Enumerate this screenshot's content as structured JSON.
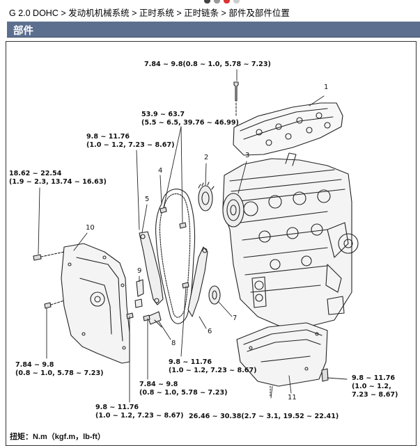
{
  "breadcrumb": "G 2.0 DOHC > 发动机机械系统 > 正时系统 > 正时链条 > 部件及部件位置",
  "section_title": "部件",
  "callouts": {
    "n1": "1",
    "n2": "2",
    "n3": "3",
    "n4": "4",
    "n5": "5",
    "n6": "6",
    "n7": "7",
    "n8": "8",
    "n9": "9",
    "n10": "10",
    "n11": "11"
  },
  "torques": {
    "t_cover_bolt": [
      "7.84 ~ 9.8(0.8 ~ 1.0, 5.78 ~ 7.23)"
    ],
    "t_sprocket": [
      "53.9 ~ 63.7",
      "(5.5 ~ 6.5, 39.76 ~ 46.99)"
    ],
    "t_guide": [
      "9.8 ~ 11.76",
      "(1.0 ~ 1.2, 7.23 ~ 8.67)"
    ],
    "t_front_cover": [
      "18.62 ~ 22.54",
      "(1.9 ~ 2.3, 13.74 ~ 16.63)"
    ],
    "t_front_lower": [
      "7.84 ~ 9.8",
      "(0.8 ~ 1.0, 5.78 ~ 7.23)"
    ],
    "t_tensioner": [
      "9.8 ~ 11.76",
      "(1.0 ~ 1.2, 7.23 ~ 8.67)"
    ],
    "t_lever": [
      "7.84 ~ 9.8",
      "(0.8 ~ 1.0, 5.78 ~ 7.23)"
    ],
    "t_oilpan": [
      "9.8 ~ 11.76",
      "(1.0 ~ 1.2,",
      "7.23 ~ 8.67)"
    ],
    "t_bottom_left": [
      "9.8 ~ 11.76",
      "(1.0 ~ 1.2, 7.23 ~ 8.67)"
    ],
    "t_bottom_mid": [
      "26.46 ~ 30.38(2.7 ~ 3.1, 19.52 ~ 22.41)"
    ]
  },
  "footnote": "扭矩：N.m（kgf.m，lb-ft）",
  "colors": {
    "section_bar": "#5c6f8f",
    "frame": "#333333",
    "ink": "#222222"
  }
}
